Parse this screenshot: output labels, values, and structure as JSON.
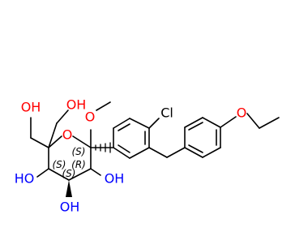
{
  "molecule": {
    "atom_labels": {
      "chlorine": "Cl",
      "ring_oxygen": "O",
      "ether_oxygen": "O",
      "methoxy_oxygen": "O",
      "hydroxyl_top_left": "OH",
      "hydroxyl_top_right": "OH",
      "hydroxyl_left": "HO",
      "hydroxyl_bottom": "OH",
      "hydroxyl_right": "OH"
    },
    "stereo_labels": [
      "(S)",
      "(S)",
      "(R)",
      "(S)"
    ],
    "colors": {
      "heteroatom_oxygen": "#ff0000",
      "hydroxyl": "#0000ff",
      "chlorine": "#000000",
      "bond": "#000000"
    }
  }
}
